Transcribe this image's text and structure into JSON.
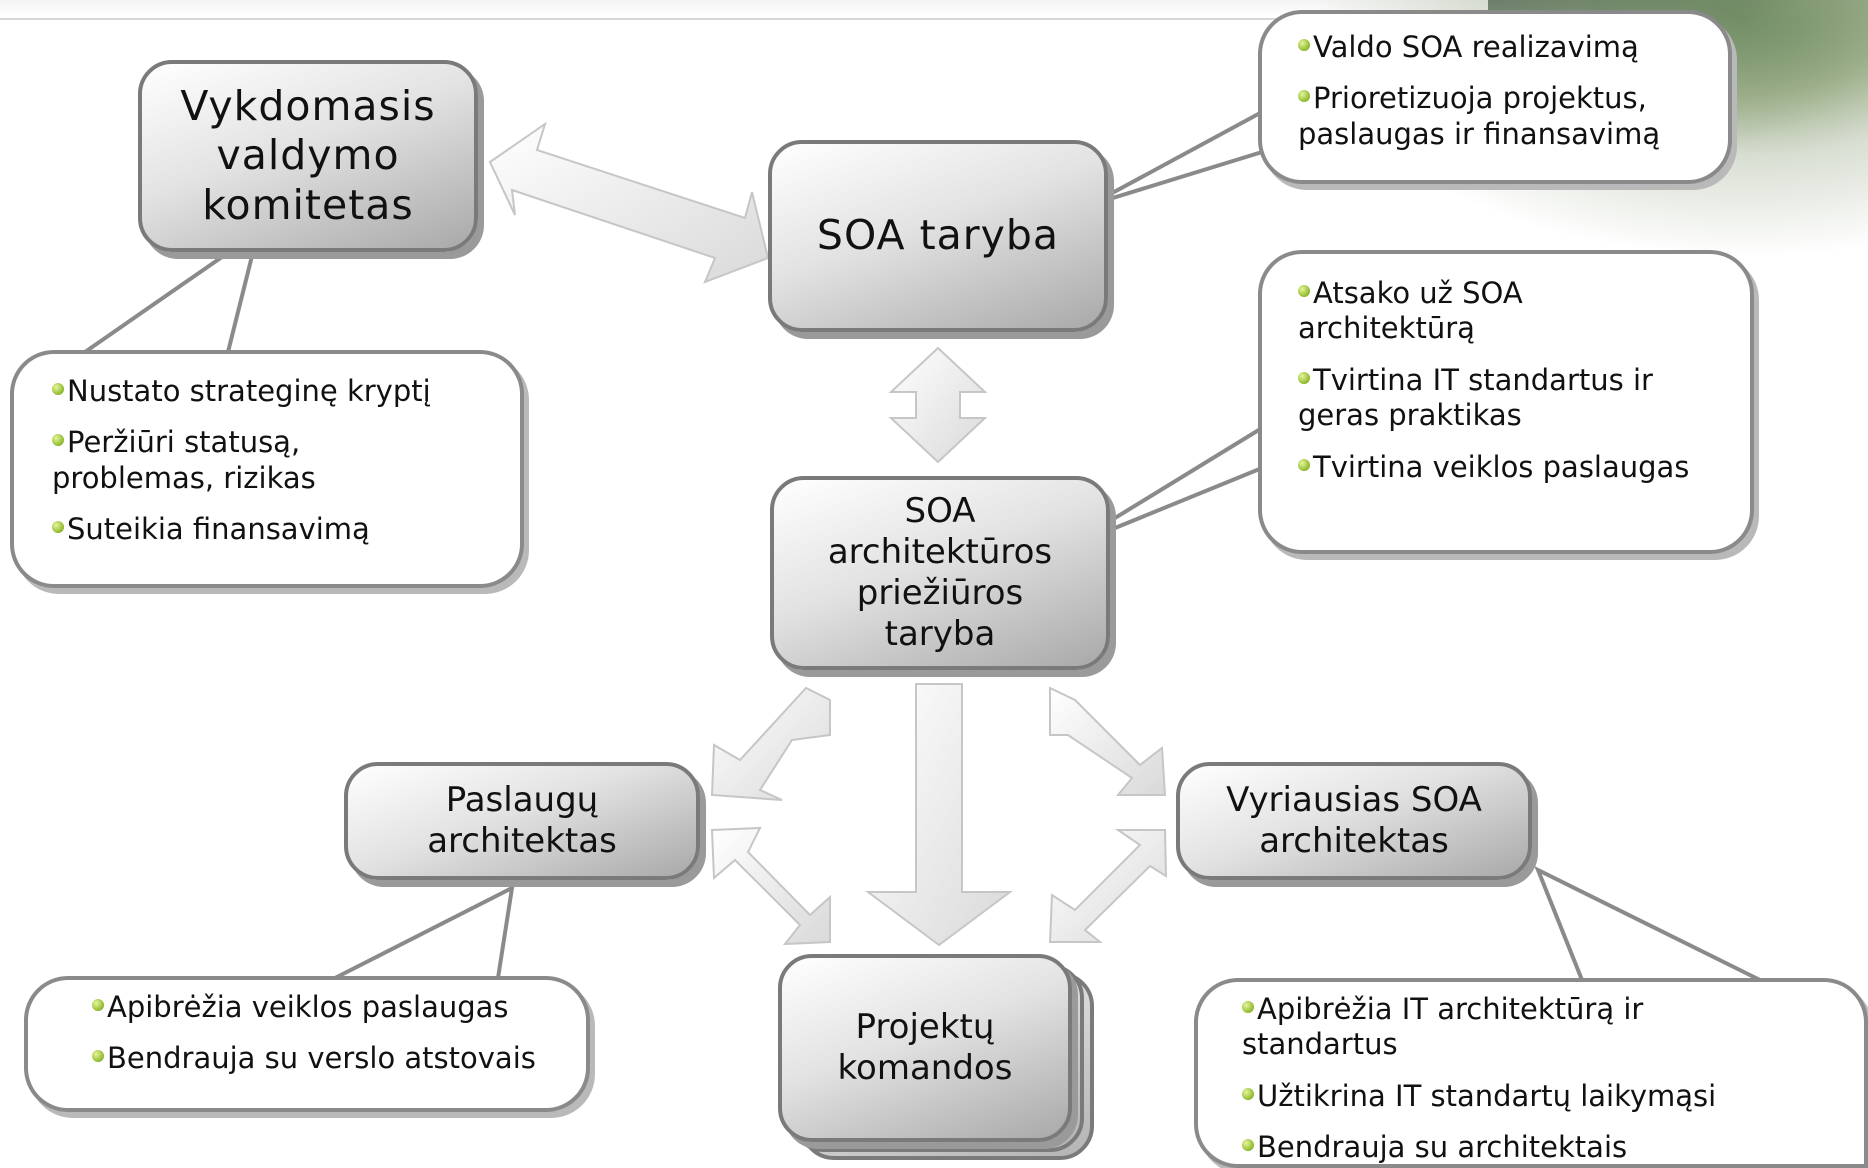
{
  "nodes": {
    "executive_committee": [
      "Vykdomasis",
      "valdymo",
      "komitetas"
    ],
    "soa_board": [
      "SOA taryba"
    ],
    "architecture_board": [
      "SOA",
      "architektūros",
      "priežiūros",
      "taryba"
    ],
    "service_architect": [
      "Paslaugų",
      "architektas"
    ],
    "chief_architect": [
      "Vyriausias SOA",
      "architektas"
    ],
    "project_teams": [
      "Projektų",
      "komandos"
    ]
  },
  "bubbles": {
    "executive_committee": [
      "Nustato strateginę kryptį",
      "Peržiūri statusą, problemas, rizikas",
      "Suteikia finansavimą"
    ],
    "soa_board": [
      "Valdo SOA realizavimą",
      "Prioretizuoja projektus, paslaugas ir finansavimą"
    ],
    "architecture_board": [
      "Atsako už SOA architektūrą",
      "Tvirtina IT standartus ir geras praktikas",
      "Tvirtina veiklos paslaugas"
    ],
    "service_architect": [
      "Apibrėžia veiklos paslaugas",
      "Bendrauja su verslo atstovais"
    ],
    "chief_architect": [
      "Apibrėžia IT architektūrą ir standartus",
      "Užtikrina IT standartų laikymąsi",
      "Bendrauja su architektais"
    ]
  },
  "colors": {
    "node_border": "#7a7a7a",
    "arrow_fill": "#eaeaea",
    "bullet": "#8db82c"
  }
}
